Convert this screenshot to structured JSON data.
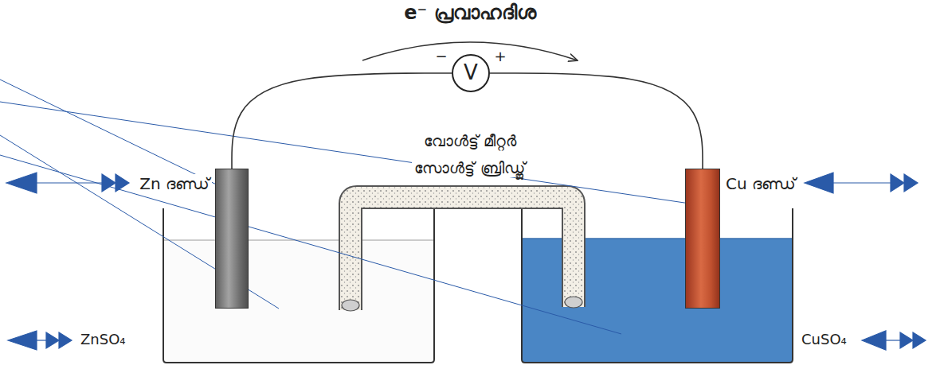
{
  "diagram": {
    "nodes": [
      {
        "text": [
          "V"
        ]
      },
      {
        "text": [
          "Zn ദണ്ഡ്"
        ]
      },
      {
        "text": [
          "Cu ദണ്ഡ്"
        ]
      }
    ],
    "edges": [
      {
        "from": 1,
        "to": 0,
        "arrow": "none"
      },
      {
        "from": 0,
        "to": 2,
        "arrow": "none"
      }
    ],
    "labels": [
      "e⁻ പ്രവാഹദിശ",
      "−",
      "+",
      "വോൾട്ട് മീറ്റർ",
      "സോൾട്ട് ബ്രിഡ്ജ്",
      "ZnSO₄",
      "CuSO₄"
    ]
  }
}
